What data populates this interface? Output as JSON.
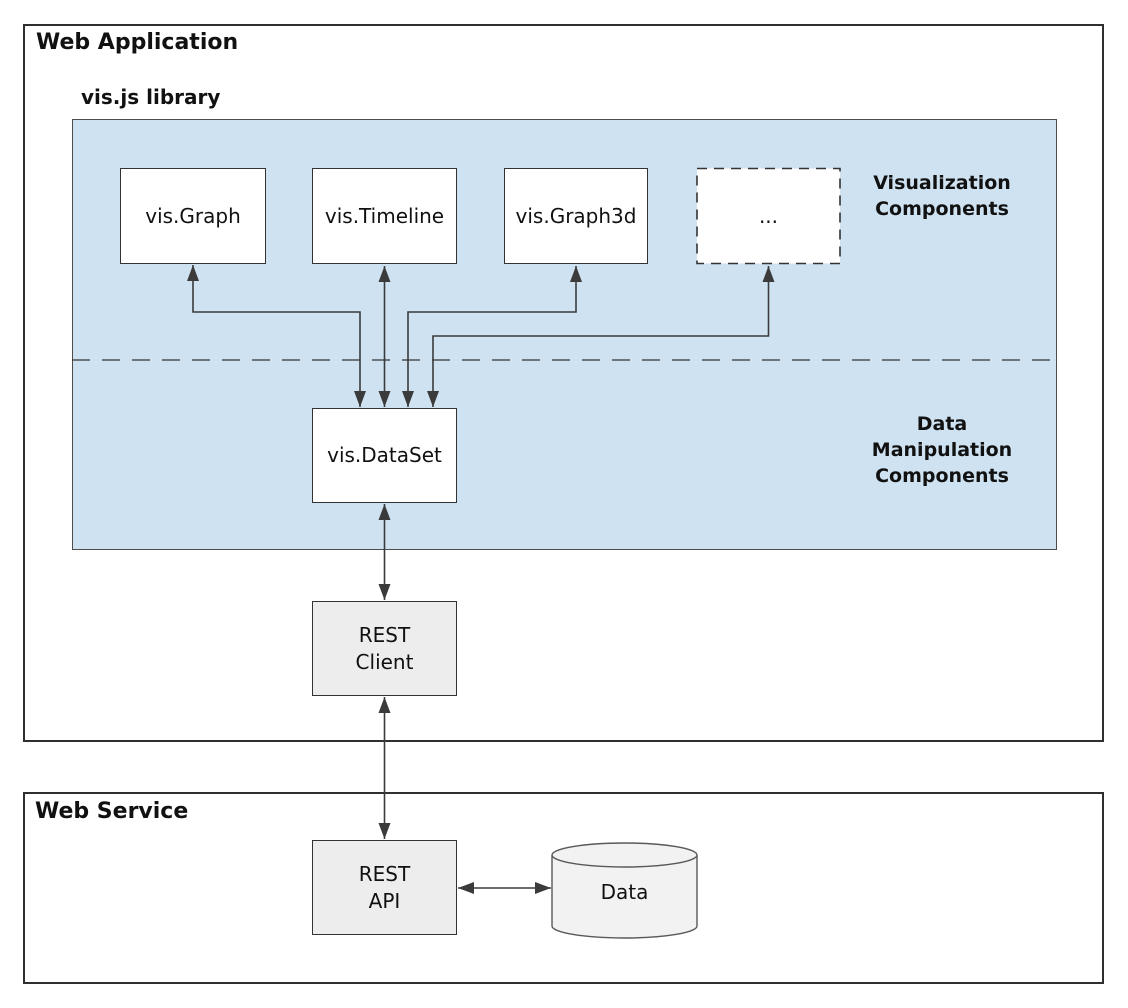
{
  "colors": {
    "library_fill": "#cfe2f1",
    "node_border": "#333333",
    "gray_fill": "#ededed",
    "cylinder_fill": "#f2f2f2",
    "arrow": "#3b3b3b"
  },
  "web_application": {
    "title": "Web Application",
    "library": {
      "title": "vis.js library",
      "visualization_label": "Visualization\nComponents",
      "data_manipulation_label": "Data\nManipulation\nComponents",
      "components": [
        {
          "label": "vis.Graph"
        },
        {
          "label": "vis.Timeline"
        },
        {
          "label": "vis.Graph3d"
        },
        {
          "label": "..."
        }
      ],
      "dataset": {
        "label": "vis.DataSet"
      }
    },
    "rest_client": {
      "label": "REST\nClient"
    }
  },
  "web_service": {
    "title": "Web Service",
    "rest_api": {
      "label": "REST\nAPI"
    },
    "data_store": {
      "label": "Data"
    }
  }
}
